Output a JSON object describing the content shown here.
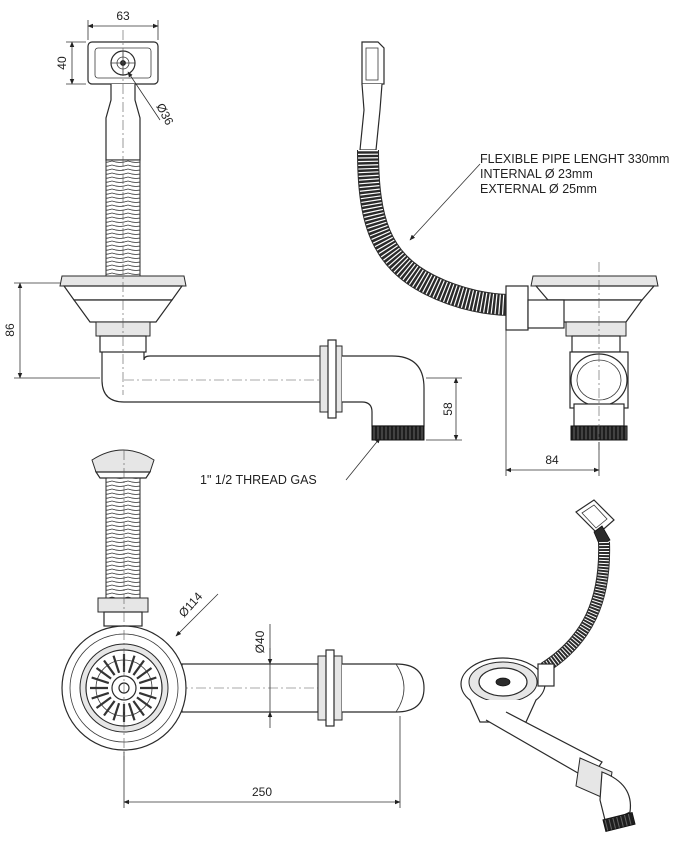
{
  "dimensions": {
    "trap_width": "63",
    "trap_height": "40",
    "trap_diameter": "Ø36",
    "basket_height": "86",
    "outlet_drop": "58",
    "outlet_offset": "84",
    "basket_diameter": "Ø114",
    "pipe_diameter": "Ø40",
    "overall_length": "250"
  },
  "notes": {
    "flex_pipe_line1": "FLEXIBLE PIPE LENGHT 330mm",
    "flex_pipe_line2": "INTERNAL Ø 23mm",
    "flex_pipe_line3": "EXTERNAL Ø 25mm",
    "thread_label": "1\" 1/2 THREAD GAS"
  },
  "colors": {
    "line": "#2a2a2a",
    "background": "#ffffff"
  }
}
